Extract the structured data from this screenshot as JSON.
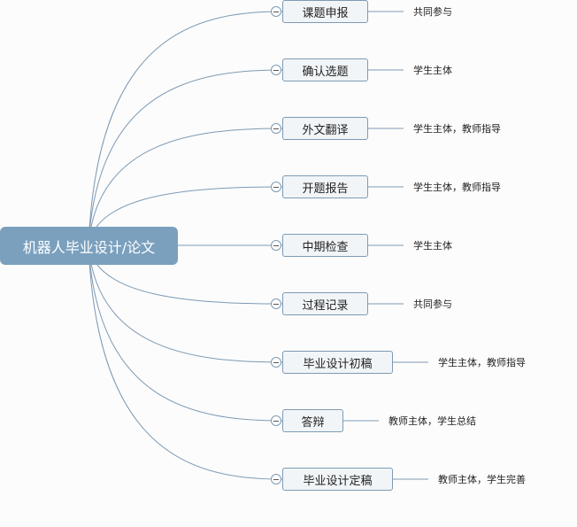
{
  "root": {
    "label": "机器人毕业设计/论文"
  },
  "branches": [
    {
      "label": "课题申报",
      "note": "共同参与"
    },
    {
      "label": "确认选题",
      "note": "学生主体"
    },
    {
      "label": "外文翻译",
      "note": "学生主体，教师指导"
    },
    {
      "label": "开题报告",
      "note": "学生主体，教师指导"
    },
    {
      "label": "中期检查",
      "note": "学生主体"
    },
    {
      "label": "过程记录",
      "note": "共同参与"
    },
    {
      "label": "毕业设计初稿",
      "note": "学生主体，教师指导"
    },
    {
      "label": "答辩",
      "note": "教师主体，学生总结"
    },
    {
      "label": "毕业设计定稿",
      "note": "教师主体，学生完善"
    }
  ],
  "colors": {
    "root_fill": "#7aa0be",
    "topic_fill": "#f1f5f8",
    "line": "#7e9ab3",
    "background": "#fcfcfc"
  }
}
